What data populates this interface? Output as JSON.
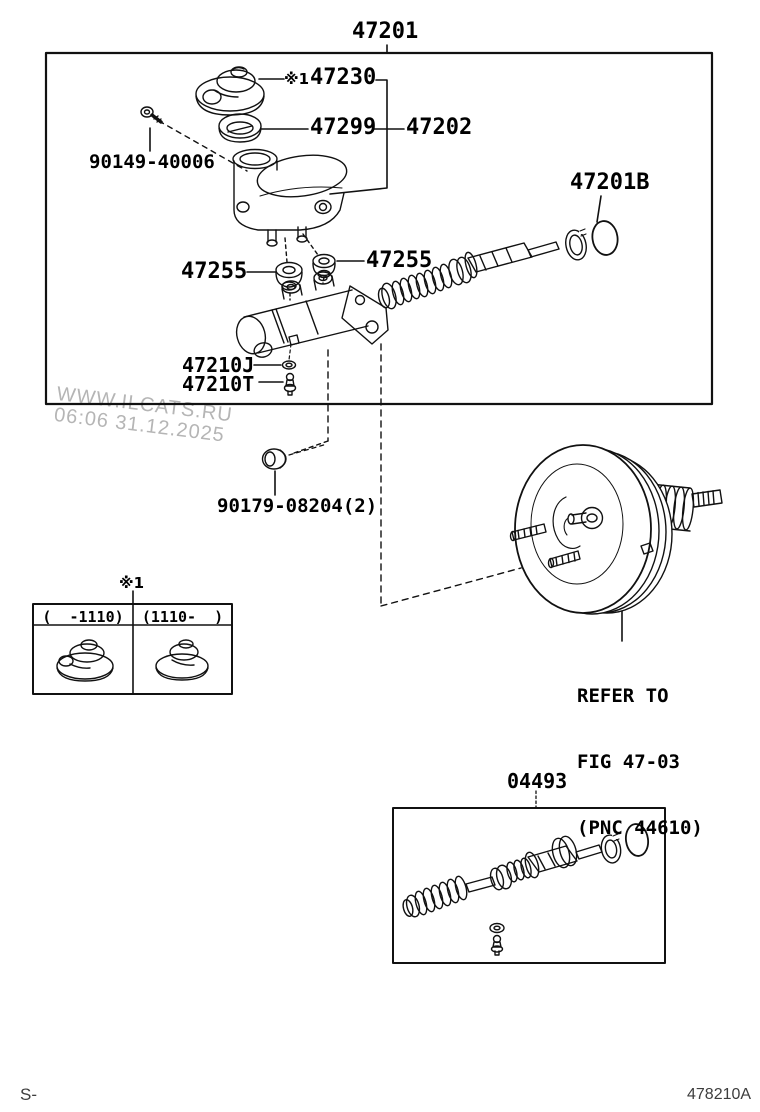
{
  "labels": {
    "assembly": "47201",
    "cap_note_prefix": "※1",
    "cap": "47230",
    "cap_ring": "47299",
    "reservoir": "47202",
    "reservoir_screw": "90149-40006",
    "grommet_front": "47255",
    "grommet_rear": "47255",
    "oring": "47201B",
    "gasket": "47210J",
    "bleeder_screw": "47210T",
    "mounting_nut": "90179-08204(2)",
    "repair_kit": "04493"
  },
  "booster_note": {
    "line1": "REFER TO",
    "line2": "FIG 47-03",
    "line3": "(PNC 44610)"
  },
  "variant_table": {
    "note": "※1",
    "header_left": "(  -1110)",
    "header_right": "(1110-  )"
  },
  "watermark": {
    "line1": "WWW.ILCATS.RU",
    "line2": "06:06 31.12.2025"
  },
  "footer": {
    "left": "S-",
    "right": "478210A"
  }
}
